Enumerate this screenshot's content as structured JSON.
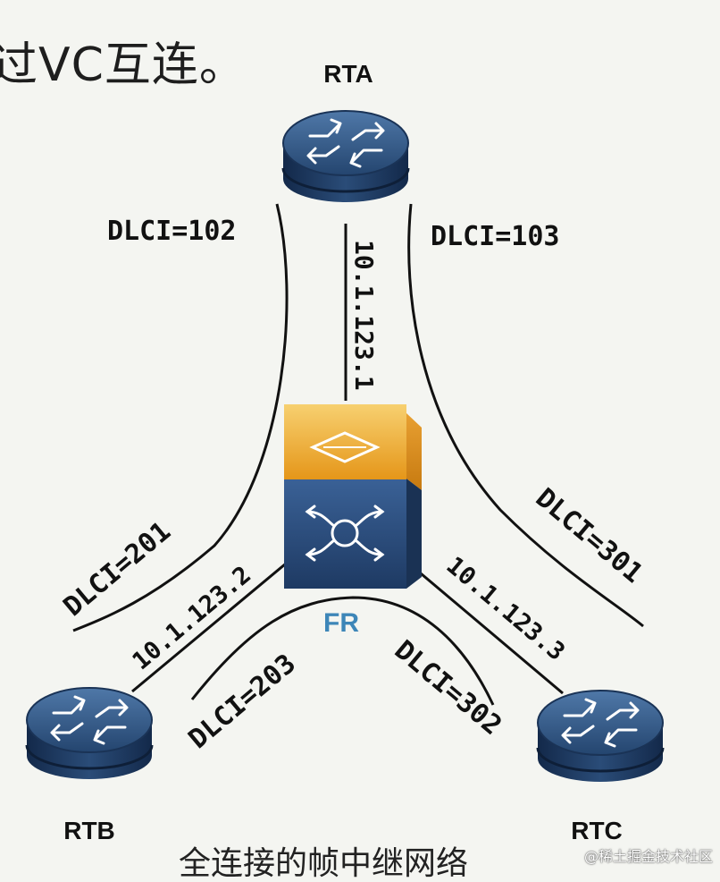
{
  "header": {
    "title": "过VC互连。"
  },
  "devices": {
    "rta": {
      "label": "RTA"
    },
    "rtb": {
      "label": "RTB"
    },
    "rtc": {
      "label": "RTC"
    },
    "fr": {
      "label": "FR"
    }
  },
  "links": {
    "dlci_102": "DLCI=102",
    "dlci_103": "DLCI=103",
    "dlci_201": "DLCI=201",
    "dlci_301": "DLCI=301",
    "dlci_203": "DLCI=203",
    "dlci_302": "DLCI=302"
  },
  "ips": {
    "rta": "10.1.123.1",
    "rtb": "10.1.123.2",
    "rtc": "10.1.123.3"
  },
  "footer": {
    "caption": "全连接的帧中继网络",
    "watermark": "@稀土掘金技术社区"
  },
  "colors": {
    "router_dark": "#1c3558",
    "router_top": "#2d5585",
    "switch_orange": "#f0a12a",
    "switch_blue": "#2b4f80",
    "fr_label": "#3d86b8",
    "line": "#111111"
  }
}
